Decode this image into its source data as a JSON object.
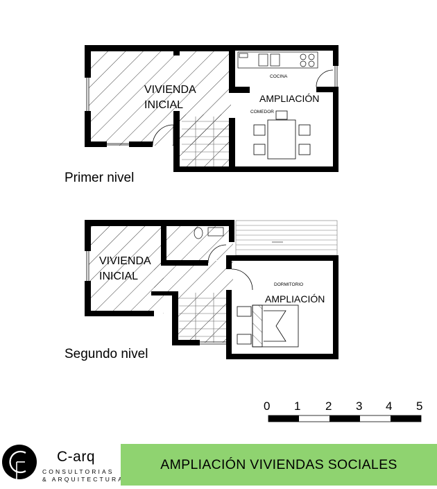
{
  "plans": {
    "first_floor": {
      "level_label": "Primer nivel",
      "initial_label_line1": "VIVIENDA",
      "initial_label_line2": "INICIAL",
      "extension_label": "AMPLIACIÓN",
      "kitchen_label": "COCINA",
      "dining_label": "COMEDOR"
    },
    "second_floor": {
      "level_label": "Segundo nivel",
      "initial_label_line1": "VIVIENDA",
      "initial_label_line2": "INICIAL",
      "extension_label": "AMPLIACIÓN",
      "bedroom_label": "DORMITORIO"
    }
  },
  "scale_bar": {
    "ticks": [
      "0",
      "1",
      "2",
      "3",
      "4",
      "5"
    ]
  },
  "footer": {
    "logo": {
      "name": "C-arq",
      "subtitle_line1": "CONSULTORIAS",
      "subtitle_line2": "& ARQUITECTURA"
    },
    "banner_title": "AMPLIACIÓN VIVIENDAS SOCIALES",
    "banner_color": "#8fd370"
  }
}
